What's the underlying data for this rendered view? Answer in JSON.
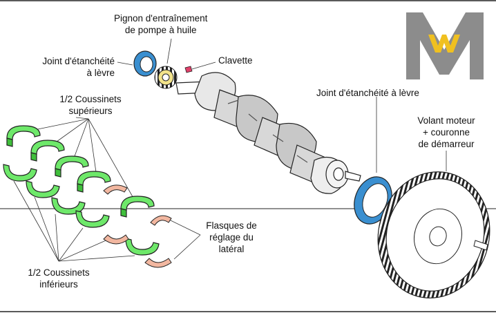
{
  "labels": {
    "pignon": [
      "Pignon d'entraînement",
      "de pompe à huile"
    ],
    "joint_left": [
      "Joint d'étanchéité",
      "à lèvre"
    ],
    "clavette": "Clavette",
    "coussinets_sup": [
      "1/2 Coussinets",
      "supérieurs"
    ],
    "joint_right": "Joint d'étanchéité à lèvre",
    "volant": [
      "Volant moteur",
      "+ couronne",
      "de démarreur"
    ],
    "flasques": [
      "Flasques de",
      "réglage du",
      "latéral"
    ],
    "coussinets_inf": [
      "1/2 Coussinets",
      "inférieurs"
    ]
  },
  "watermark": {
    "letter_big": "M",
    "letter_small": "W"
  },
  "colors": {
    "bearing_green": "#6ee86a",
    "thrust_pink": "#f2b7a0",
    "seal_blue": "#3a8fd0",
    "watermark_gray": "#8c8c8c",
    "watermark_gold": "#f0c020"
  }
}
